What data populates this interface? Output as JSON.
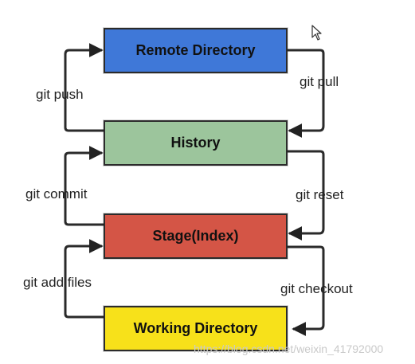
{
  "diagram": {
    "nodes": {
      "remote": {
        "label": "Remote Directory",
        "color": "#3f78d8"
      },
      "history": {
        "label": "History",
        "color": "#9cc59c"
      },
      "stage": {
        "label": "Stage(Index)",
        "color": "#d45546"
      },
      "working": {
        "label": "Working Directory",
        "color": "#f7e11a"
      }
    },
    "edges": {
      "git_push": {
        "label": "git push",
        "from": "History",
        "to": "Remote Directory"
      },
      "git_pull": {
        "label": "git pull",
        "from": "Remote Directory",
        "to": "History"
      },
      "git_commit": {
        "label": "git commit",
        "from": "Stage(Index)",
        "to": "History"
      },
      "git_reset": {
        "label": "git reset",
        "from": "History",
        "to": "Stage(Index)"
      },
      "git_add": {
        "label": "git add files",
        "from": "Working Directory",
        "to": "Stage(Index)"
      },
      "git_checkout": {
        "label": "git checkout",
        "from": "Stage(Index)",
        "to": "Working Directory"
      }
    }
  },
  "watermark": "https://blog.csdn.net/weixin_41792000",
  "icons": {
    "cursor": "mouse-pointer-icon"
  }
}
